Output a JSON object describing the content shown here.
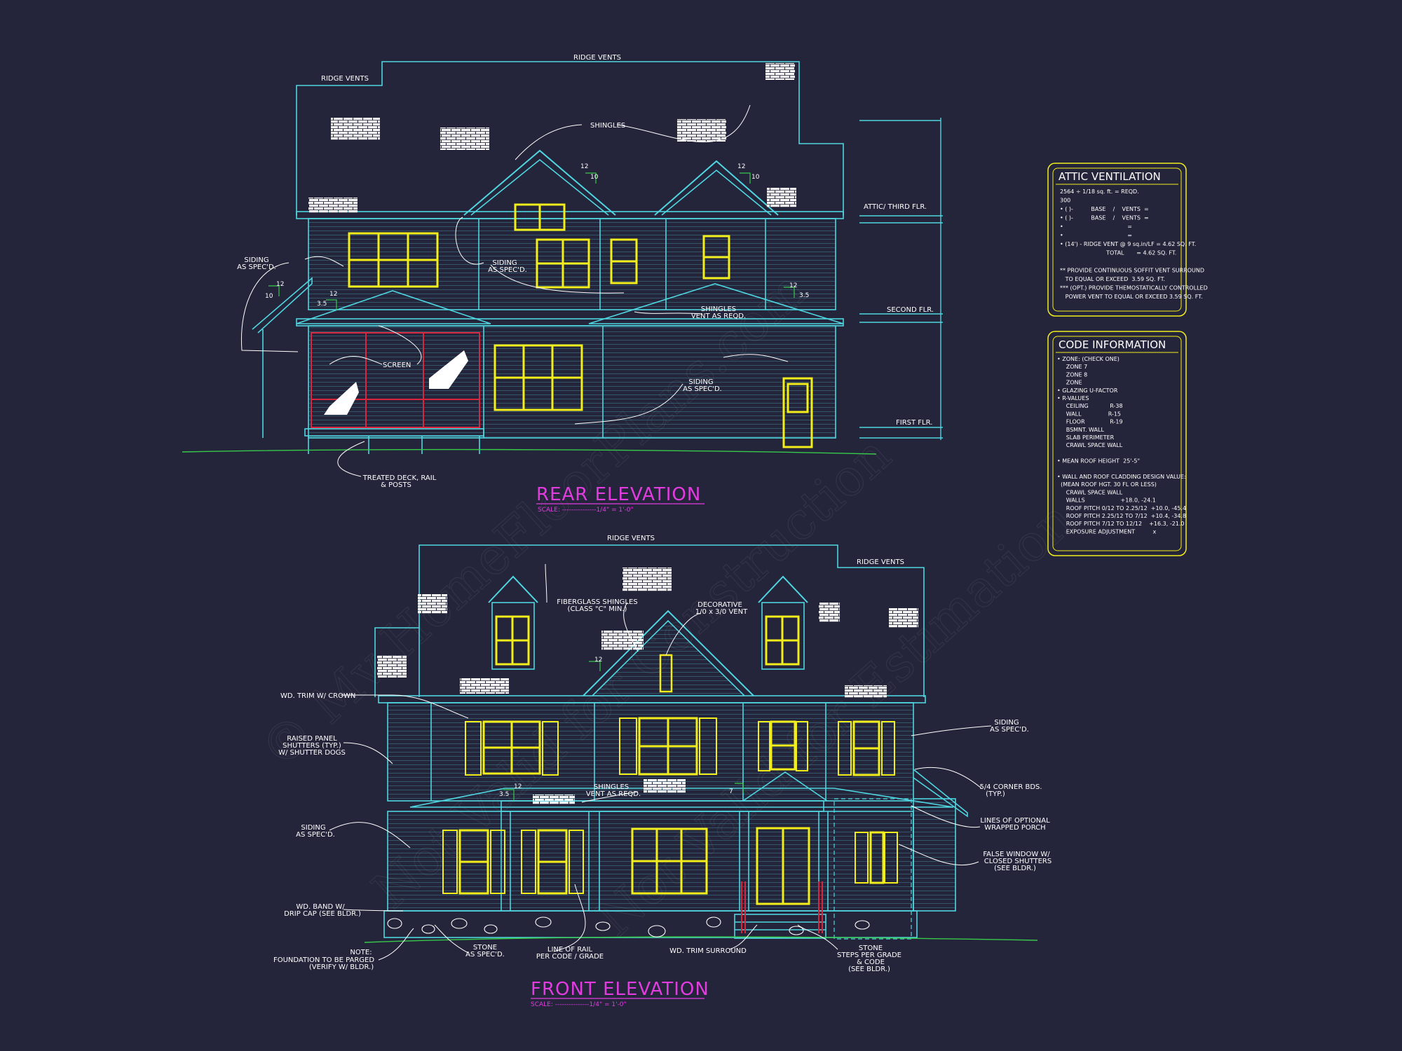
{
  "watermark": {
    "line1": "© Mv HomeFloorPlans.com",
    "line2": "Not Valid for Construction",
    "line3": "Not Valid for Estimation"
  },
  "rear": {
    "title": "REAR ELEVATION",
    "scale": "SCALE: ---------------1/4\" = 1'-0\"",
    "labels": {
      "ridge_vents_top": "RIDGE VENTS",
      "ridge_vents_left": "RIDGE VENTS",
      "shingles": "SHINGLES",
      "siding_left_1": "SIDING",
      "siding_left_2": "AS SPEC'D.",
      "siding_mid_1": "SIDING",
      "siding_mid_2": "AS SPEC'D.",
      "shingles_vent_1": "SHINGLES",
      "shingles_vent_2": "VENT AS REQD.",
      "screen": "SCREEN",
      "siding_right_1": "SIDING",
      "siding_right_2": "AS SPEC'D.",
      "deck_1": "TREATED DECK, RAIL",
      "deck_2": "& POSTS",
      "attic_floor": "ATTIC/ THIRD FLR.",
      "second_floor": "SECOND FLR.",
      "first_floor": "FIRST FLR.",
      "pitch_12": "12",
      "pitch_10": "10",
      "pitch_35": "3.5"
    }
  },
  "front": {
    "title": "FRONT ELEVATION",
    "scale": "SCALE: ---------------1/4\" = 1'-0\"",
    "labels": {
      "ridge_vents_top": "RIDGE VENTS",
      "ridge_vents_right": "RIDGE VENTS",
      "fiberglass_1": "FIBERGLASS SHINGLES",
      "fiberglass_2": "(CLASS \"C\" MIN.)",
      "decorative_1": "DECORATIVE",
      "decorative_2": "1/0 x 3/0 VENT",
      "wd_trim_crown": "WD. TRIM W/ CROWN",
      "raised_1": "RAISED PANEL",
      "raised_2": "SHUTTERS (TYP.)",
      "raised_3": "W/ SHUTTER DOGS",
      "siding_r_1": "SIDING",
      "siding_r_2": "AS SPEC'D.",
      "shingles_vent_1": "SHINGLES",
      "shingles_vent_2": "VENT AS REQD.",
      "corner_1": "5/4 CORNER BDS.",
      "corner_2": "(TYP.)",
      "siding_l_1": "SIDING",
      "siding_l_2": "AS SPEC'D.",
      "wrapped_1": "LINES OF OPTIONAL",
      "wrapped_2": "WRAPPED PORCH",
      "false_1": "FALSE WINDOW W/",
      "false_2": "CLOSED SHUTTERS",
      "false_3": "(SEE BLDR.)",
      "band_1": "WD. BAND W/",
      "band_2": "DRIP CAP (SEE BLDR.)",
      "note_1": "NOTE:",
      "note_2": "FOUNDATION TO BE PARGED",
      "note_3": "(VERIFY W/ BLDR.)",
      "stone_1": "STONE",
      "stone_2": "AS SPEC'D.",
      "rail_1": "LINE OF RAIL",
      "rail_2": "PER CODE / GRADE",
      "wd_trim_surround": "WD. TRIM SURROUND",
      "steps_1": "STONE",
      "steps_2": "STEPS PER GRADE",
      "steps_3": "& CODE",
      "steps_4": "(SEE BLDR.)",
      "pitch_12": "12",
      "pitch_35": "3.5",
      "pitch_7": "7"
    }
  },
  "attic_panel": {
    "title": "ATTIC VENTILATION",
    "lines": [
      "2564 ÷ 1/18 sq. ft. = REQD.",
      "300",
      "• ( )-          BASE    /    VENTS  =",
      "• ( )-          BASE    /    VENTS  =",
      "•                                    =",
      "•                                    =",
      "• (14') - RIDGE VENT @ 9 sq.in/LF = 4.62 SQ. FT.",
      "                          TOTAL       = 4.62 SQ. FT.",
      "",
      "** PROVIDE CONTINUOUS SOFFIT VENT SURROUND",
      "   TO EQUAL OR EXCEED  3.59 SQ. FT.",
      "*** (OPT.) PROVIDE THEMOSTATICALLY CONTROLLED",
      "   POWER VENT TO EQUAL OR EXCEED 3.59 SQ. FT."
    ]
  },
  "code_panel": {
    "title": "CODE INFORMATION",
    "lines": [
      "• ZONE: (CHECK ONE)",
      "     ZONE 7",
      "     ZONE 8",
      "     ZONE",
      "• GLAZING U-FACTOR",
      "• R-VALUES",
      "     CEILING            R-38",
      "     WALL               R-15",
      "     FLOOR              R-19",
      "     BSMNT. WALL",
      "     SLAB PERIMETER",
      "     CRAWL SPACE WALL",
      "",
      "• MEAN ROOF HEIGHT  25'-5\"",
      "",
      "• WALL AND ROOF CLADDING DESIGN VALUE:",
      "  (MEAN ROOF HGT. 30 FL OR LESS)",
      "     CRAWL SPACE WALL",
      "     WALLS                    +18.0, -24.1",
      "     ROOF PITCH 0/12 TO 2.25/12  +10.0, -45.4",
      "     ROOF PITCH 2.25/12 TO 7/12  +10.4, -34.8",
      "     ROOF PITCH 7/12 TO 12/12    +16.3, -21.0",
      "     EXPOSURE ADJUSTMENT          x"
    ]
  },
  "colors": {
    "background": "#24243a",
    "outline": "#4fd6e0",
    "window": "#f2ee1c",
    "screen": "#d7263d",
    "title": "#e23ce0",
    "pitch": "#37c94a",
    "text": "#ffffff"
  }
}
